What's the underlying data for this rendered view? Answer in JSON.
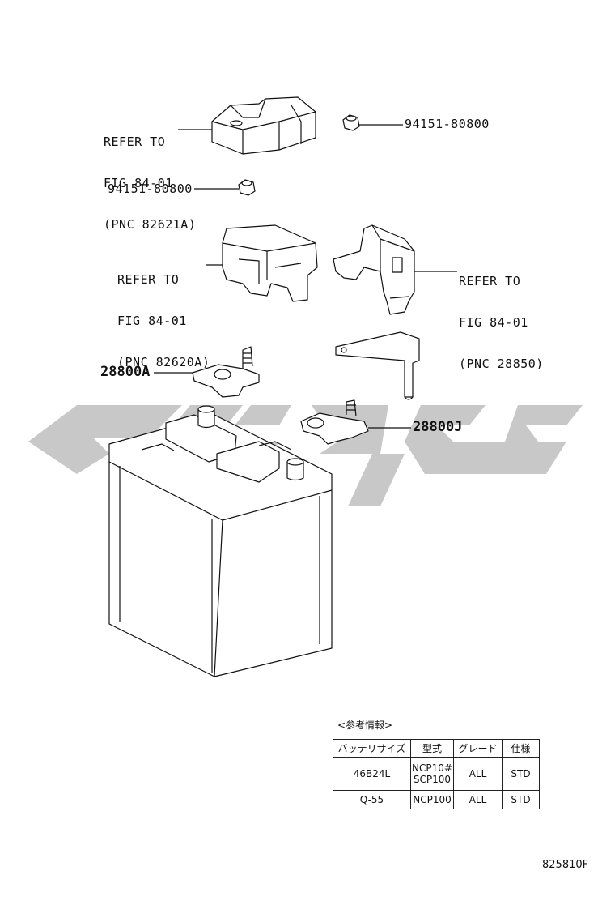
{
  "callouts": {
    "bracket_top": {
      "lines": [
        "REFER TO",
        "FIG 84-01",
        "(PNC 82621A)"
      ]
    },
    "nut_top": "94151-80800",
    "nut_left": "94151-80800",
    "bracket_mid": {
      "lines": [
        "REFER TO",
        "FIG 84-01",
        "(PNC 82620A)"
      ]
    },
    "bracket_right": {
      "lines": [
        "REFER TO",
        "FIG 84-01",
        "(PNC 28850)"
      ]
    },
    "terminal_pos": "28800A",
    "terminal_neg": "28800J"
  },
  "reference": {
    "title": "<参考情報>",
    "headers": [
      "バッテリサイズ",
      "型式",
      "グレード",
      "仕様"
    ],
    "rows": [
      [
        "46B24L",
        "NCP10#\nSCP100",
        "ALL",
        "STD"
      ],
      [
        "Q-55",
        "NCP100",
        "ALL",
        "STD"
      ]
    ]
  },
  "drawing_number": "825810F",
  "colors": {
    "line": "#111111",
    "watermark": "#c8c8c8"
  }
}
